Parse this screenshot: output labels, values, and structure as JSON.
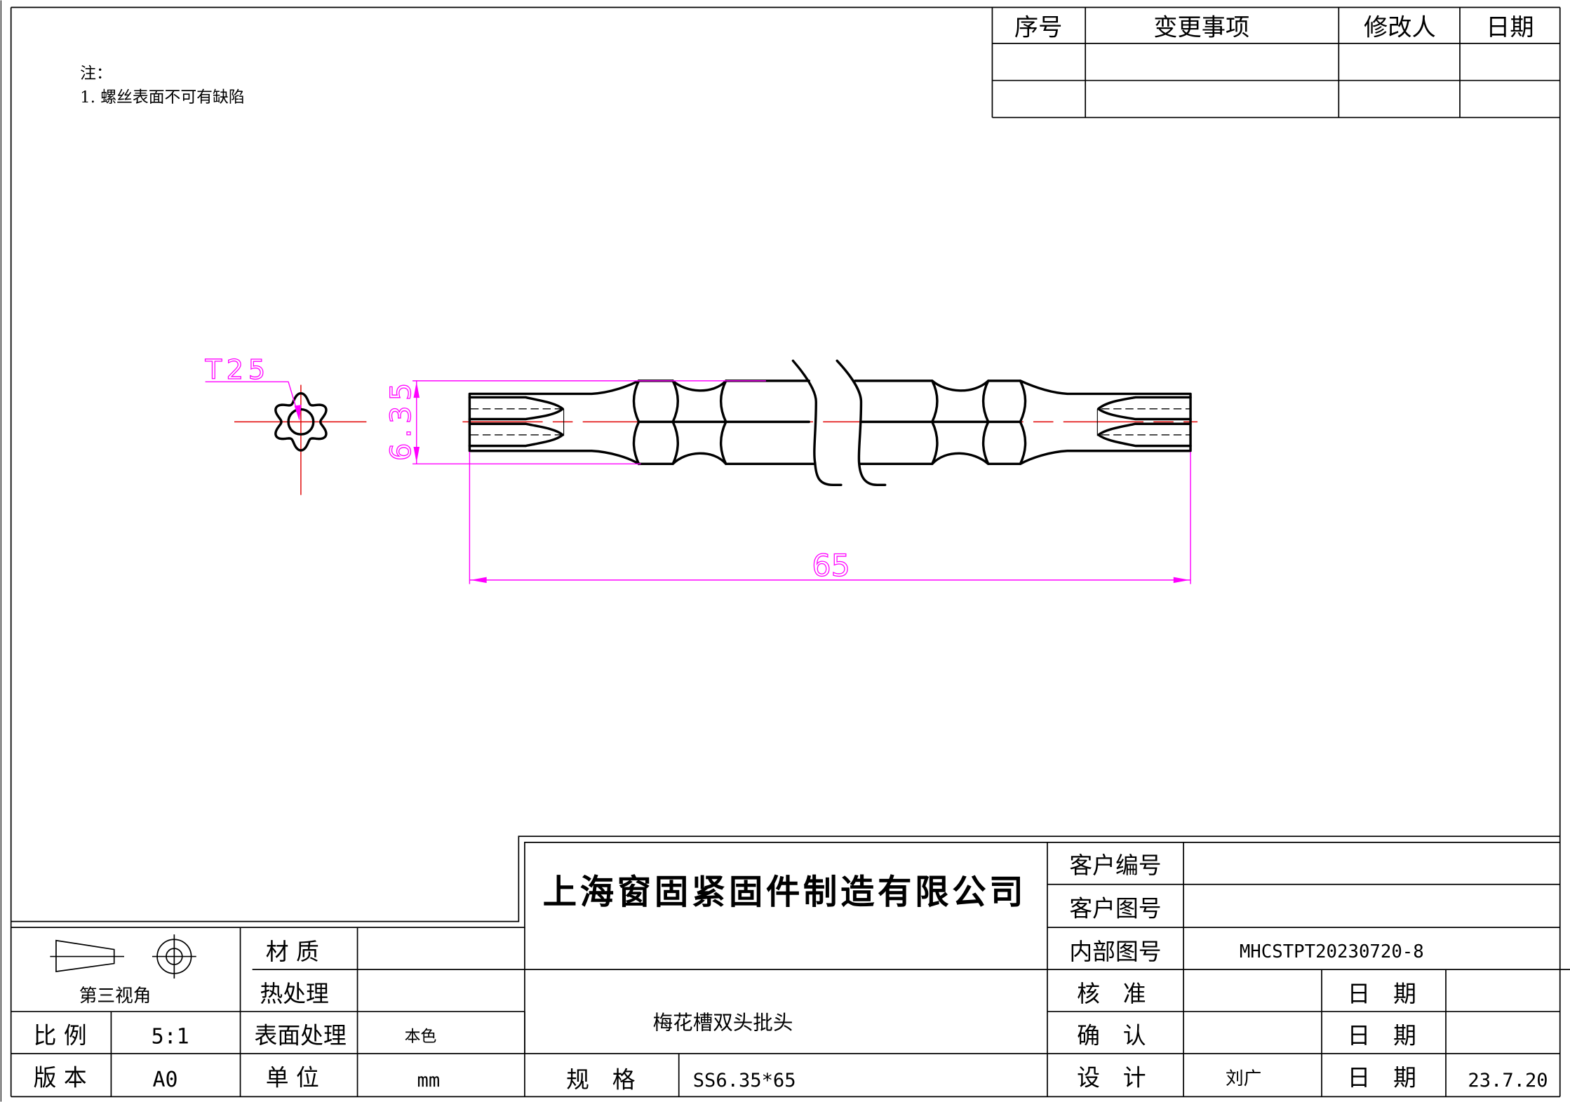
{
  "colors": {
    "outline": "#000000",
    "centerline": "#e00000",
    "dimension": "#ff00ff"
  },
  "revision_table": {
    "headers": [
      "序号",
      "变更事项",
      "修改人",
      "日期"
    ],
    "rows": [
      [
        "",
        "",
        "",
        ""
      ],
      [
        "",
        "",
        "",
        ""
      ]
    ]
  },
  "notes": {
    "title": "注：",
    "items": [
      "1. 螺丝表面不可有缺陷"
    ]
  },
  "drawing": {
    "torx_label": "T25",
    "diameter_dim": "6.35",
    "length_dim": "65"
  },
  "title_block": {
    "company": "上海窗固紧固件制造有限公司",
    "product_name": "梅花槽双头批头",
    "projection_label": "第三视角",
    "material_label": "材 质",
    "material_value": "",
    "heat_treatment_label": "热处理",
    "heat_treatment_value": "",
    "scale_label": "比 例",
    "scale_value": "5:1",
    "surface_label": "表面处理",
    "surface_value": "本色",
    "version_label": "版 本",
    "version_value": "A0",
    "unit_label": "单 位",
    "unit_value": "mm",
    "spec_label": "规　格",
    "spec_value": "SS6.35*65",
    "customer_no_label": "客户编号",
    "customer_no_value": "",
    "customer_drawing_label": "客户图号",
    "customer_drawing_value": "",
    "internal_drawing_label": "内部图号",
    "internal_drawing_value": "MHCSTPT20230720-8",
    "approve_label": "核　准",
    "approve_value": "",
    "confirm_label": "确　认",
    "confirm_value": "",
    "design_label": "设　计",
    "design_value": "刘广",
    "date_label": "日　期",
    "approve_date": "",
    "confirm_date": "",
    "design_date": "23.7.20"
  }
}
